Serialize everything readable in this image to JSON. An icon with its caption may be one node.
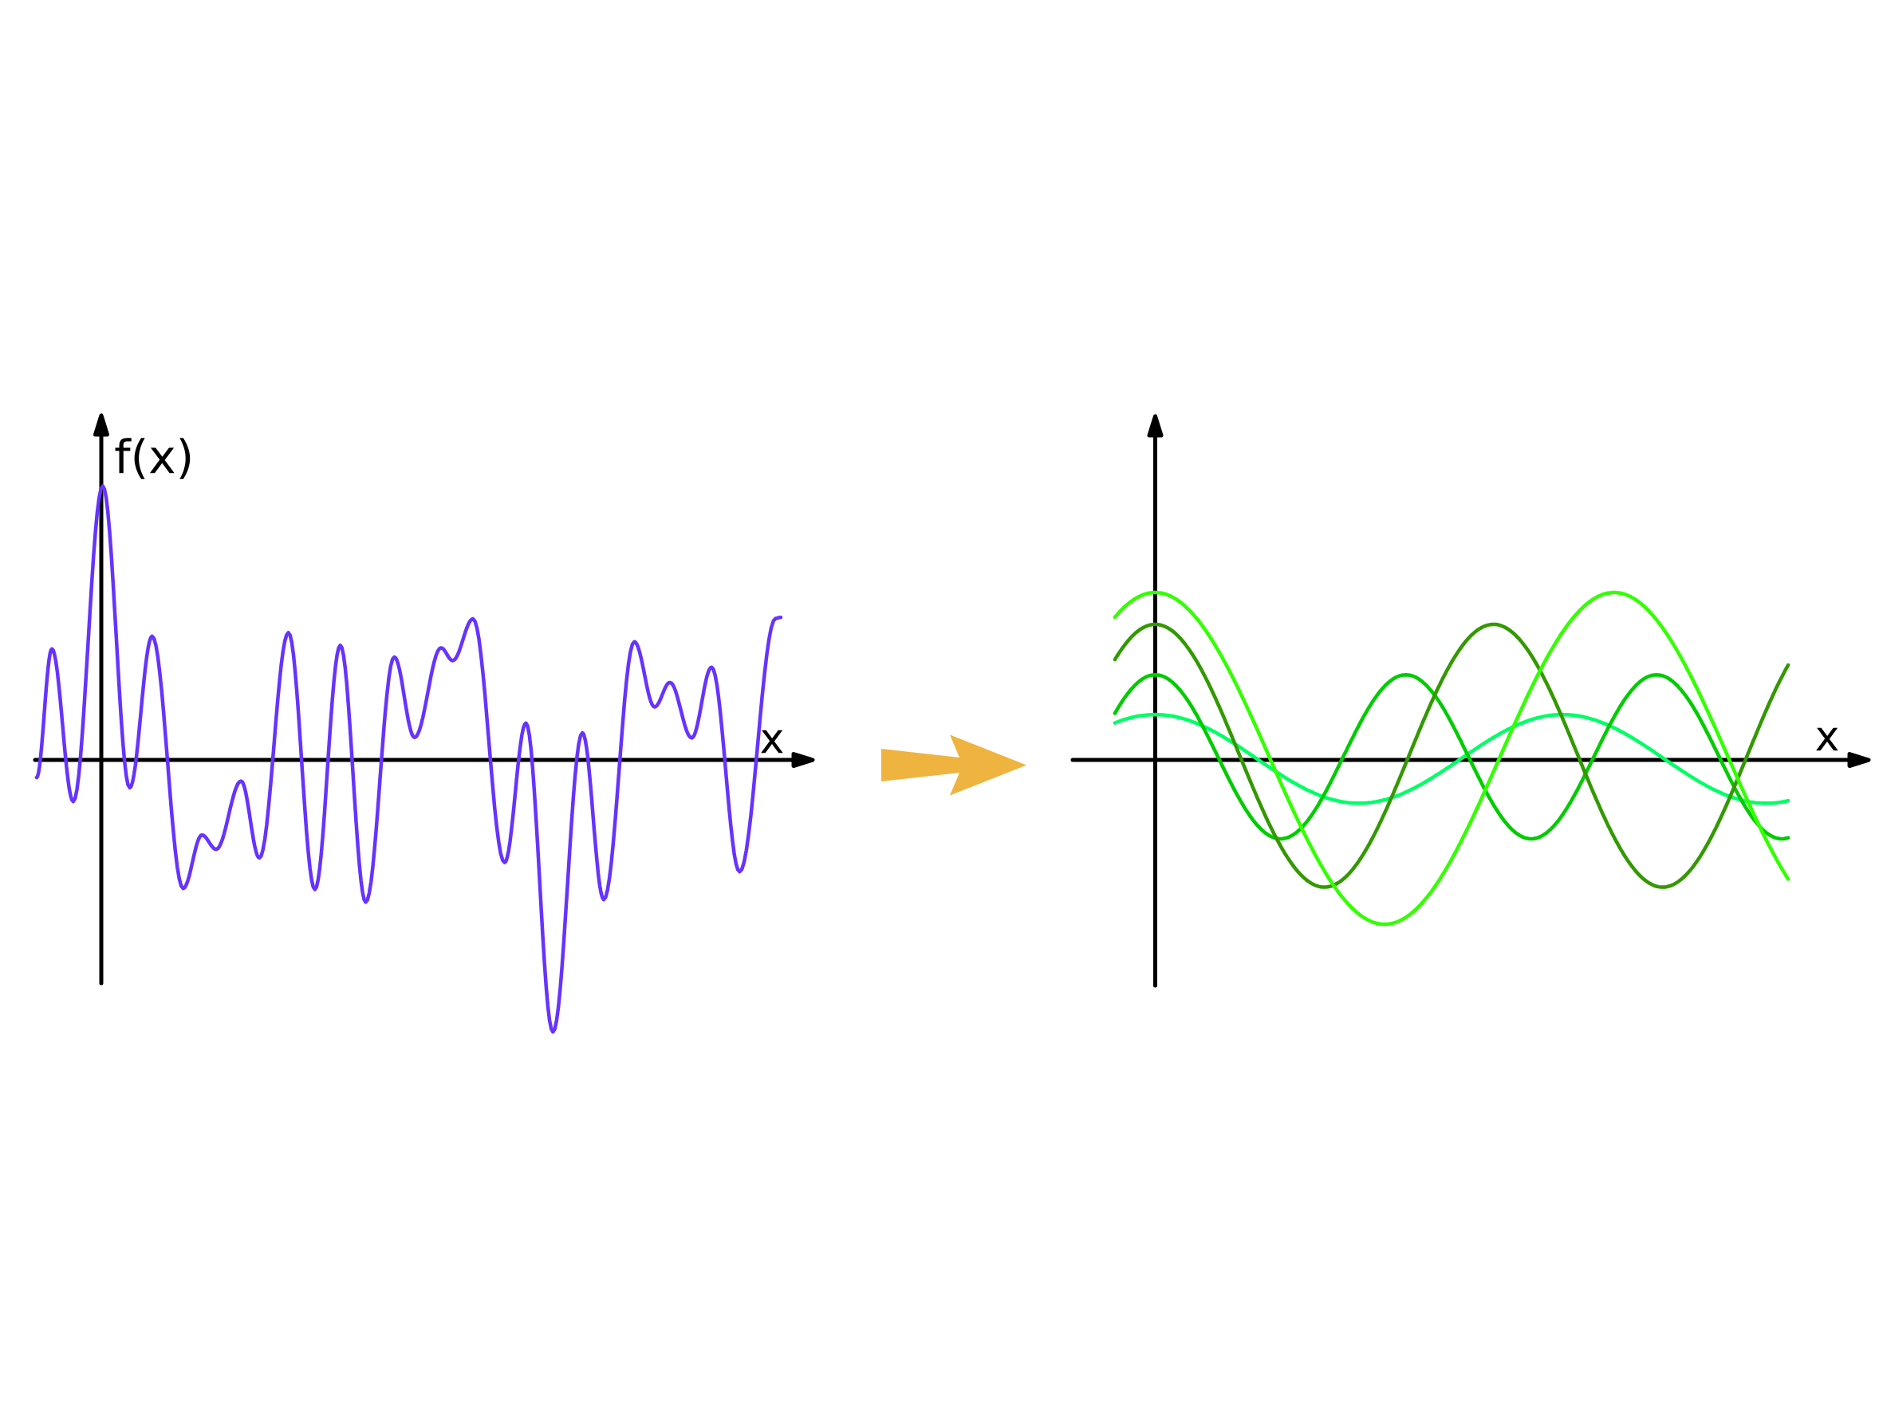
{
  "diagram": {
    "nodes": [
      {
        "text": [],
        "shape": "picture"
      },
      {
        "text": [],
        "shape": "picture"
      }
    ],
    "edges": [
      {
        "from": 0,
        "to": 1,
        "arrow": "to",
        "color": "#eeb43f"
      }
    ],
    "labels": [
      "f(x)",
      "x",
      "x"
    ]
  }
}
